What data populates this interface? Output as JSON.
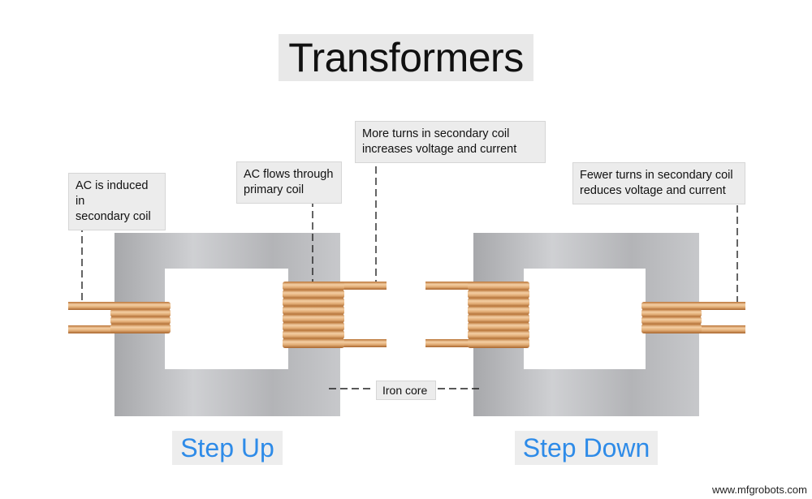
{
  "title": "Transformers",
  "callouts": {
    "induced": "AC is induced in\nsecondary coil",
    "flows": "AC flows through\nprimary coil",
    "more_turns": "More turns in secondary coil\nincreases voltage and current",
    "fewer_turns": "Fewer turns in secondary coil\nreduces voltage and current",
    "iron_core": "Iron core"
  },
  "labels": {
    "step_up": "Step Up",
    "step_down": "Step Down"
  },
  "watermark": "www.mfgrobots.com",
  "colors": {
    "copper_light": "#f1c89a",
    "copper_dark": "#b9733a",
    "core_light": "#c8c9cc",
    "core_dark": "#8f9094",
    "accent_blue": "#2e8be8"
  }
}
